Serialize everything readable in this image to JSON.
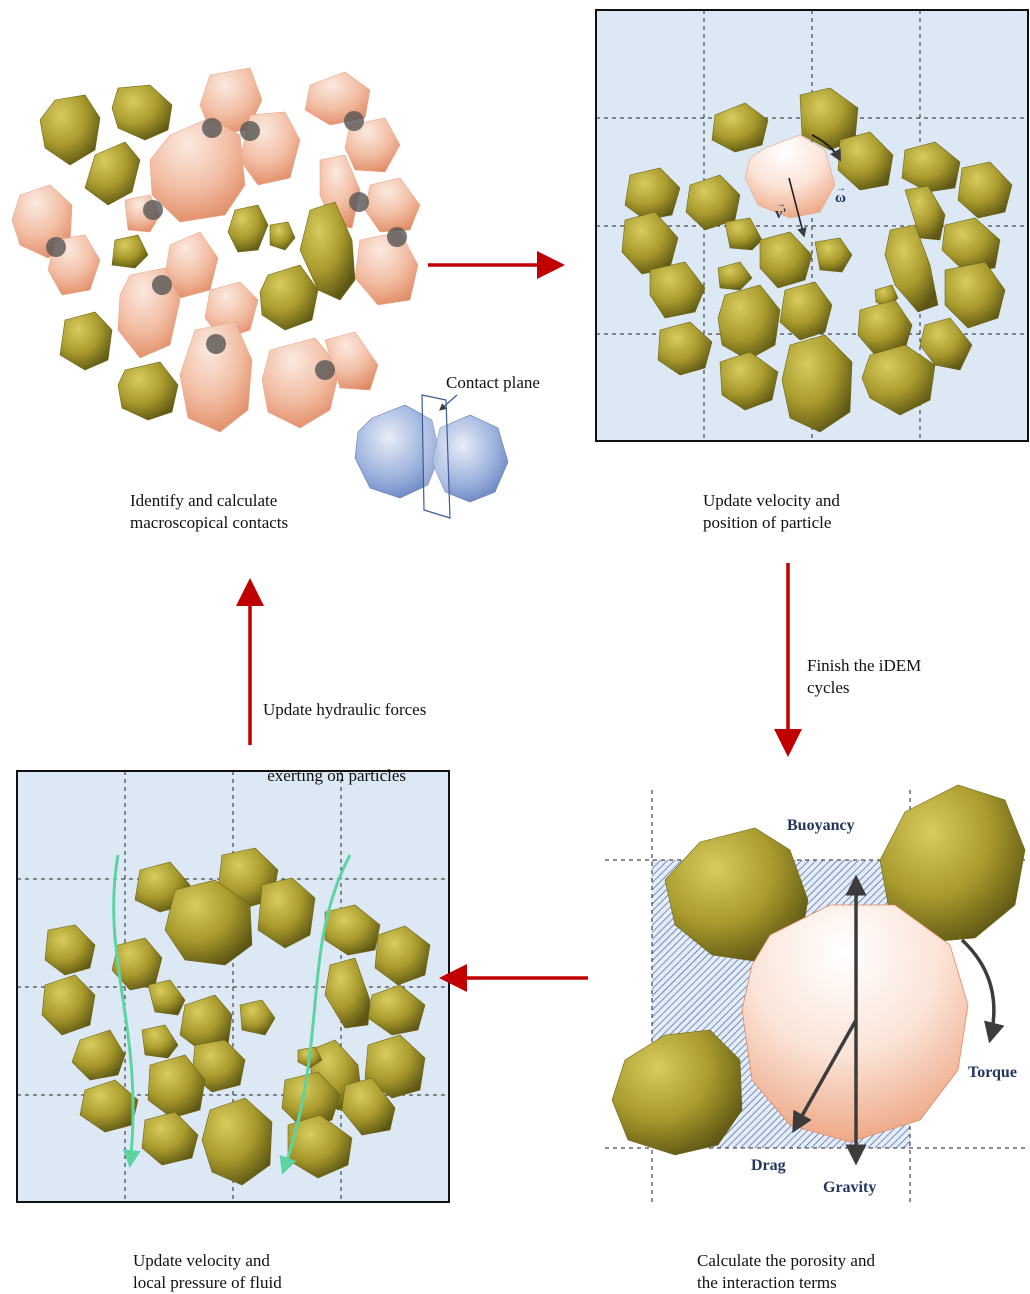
{
  "panels": {
    "contacts": {
      "caption_line1": "Identify and calculate",
      "caption_line2": "macroscopical contacts",
      "contact_plane_label": "Contact plane"
    },
    "update_particle": {
      "caption_line1": "Update velocity and",
      "caption_line2": "position of particle",
      "velocity_symbol": "v'",
      "angular_symbol": "ω"
    },
    "interaction": {
      "caption_line1": "Calculate the porosity and",
      "caption_line2": "the interaction terms",
      "force_labels": {
        "buoyancy": "Buoyancy",
        "torque": "Torque",
        "drag": "Drag",
        "gravity": "Gravity"
      }
    },
    "fluid": {
      "caption_line1": "Update velocity and",
      "caption_line2": "local pressure of fluid"
    }
  },
  "arrows": {
    "down_label_line1": "Finish the iDEM",
    "down_label_line2": "cycles",
    "up_label_line1": "Update hydraulic forces",
    "up_label_line2": " exerting on particles"
  },
  "colors": {
    "arrow": "#c00000",
    "panel_bg": "#dce9f5",
    "olive_particle": "#a89a2c",
    "salmon_particle": "#f0b396",
    "contact_point": "#555555",
    "blue_particle": "#6f8cc8",
    "flow_line": "#5ed3a2",
    "force_arrow": "#3c3c3c",
    "force_label": "#23345e"
  }
}
